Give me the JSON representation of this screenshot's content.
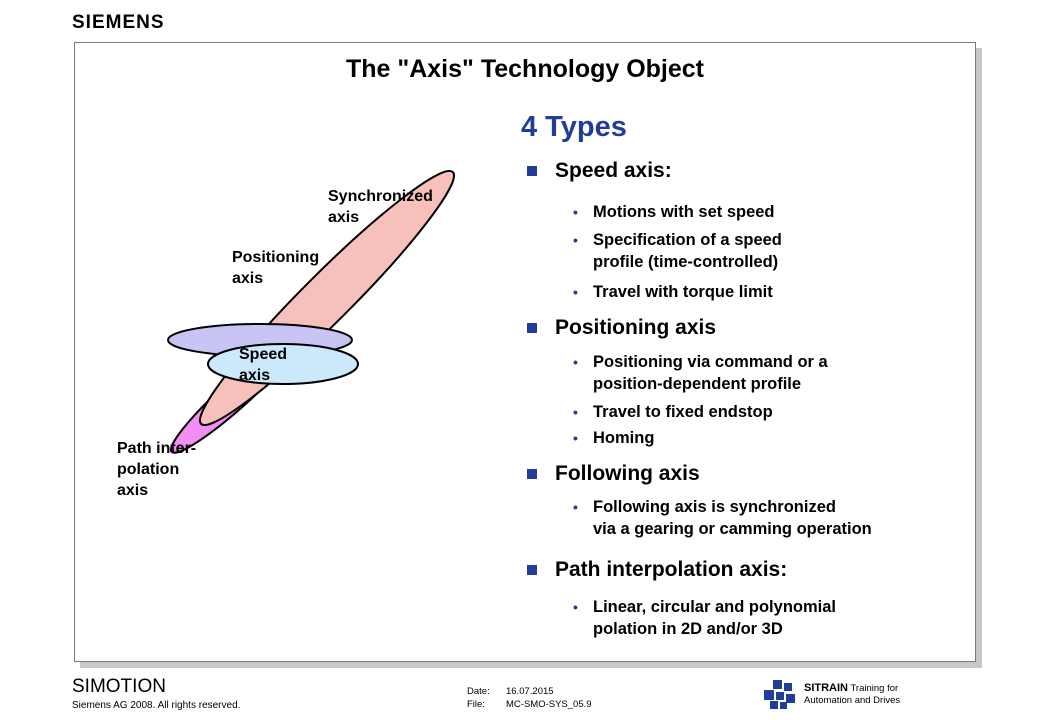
{
  "header": {
    "logo": "SIEMENS"
  },
  "slide": {
    "title": "The \"Axis\" Technology Object",
    "types_heading": "4 Types"
  },
  "diagram": {
    "labels": {
      "synchronized_1": "Synchronized",
      "synchronized_2": "axis",
      "positioning_1": "Positioning",
      "positioning_2": "axis",
      "speed_1": "Speed",
      "speed_2": "axis",
      "path_1": "Path inter-",
      "path_2": "polation",
      "path_3": "axis"
    },
    "colors": {
      "synchronized": "#f7c0bb",
      "positioning": "#c8c4f4",
      "speed": "#cce8fb",
      "path": "#f38ef3"
    }
  },
  "sections": [
    {
      "heading": "Speed axis:",
      "bullets": [
        {
          "line1": "Motions with set speed"
        },
        {
          "line1": "Specification of a speed",
          "line2": "profile (time-controlled)"
        },
        {
          "line1": "Travel with torque limit"
        }
      ]
    },
    {
      "heading": "Positioning axis",
      "bullets": [
        {
          "line1": "Positioning via command or a",
          "line2": "position-dependent profile"
        },
        {
          "line1": "Travel to fixed endstop"
        },
        {
          "line1": "Homing"
        }
      ]
    },
    {
      "heading": "Following axis",
      "bullets": [
        {
          "line1": "Following axis is synchronized",
          "line2": "via a gearing or camming operation"
        }
      ]
    },
    {
      "heading": "Path interpolation axis:",
      "bullets": [
        {
          "line1": "Linear, circular and polynomial",
          "line2": "polation in 2D and/or 3D"
        }
      ]
    }
  ],
  "footer": {
    "product": "SIMOTION",
    "copyright": "Siemens AG 2008. All rights reserved.",
    "date_label": "Date:",
    "date_value": "16.07.2015",
    "file_label": "File:",
    "file_value": "MC-SMO-SYS_05.9",
    "sitrain_brand": "SITRAIN",
    "sitrain_line1": "Training for",
    "sitrain_line2": "Automation and Drives"
  },
  "accent_color": "#1f3d99"
}
